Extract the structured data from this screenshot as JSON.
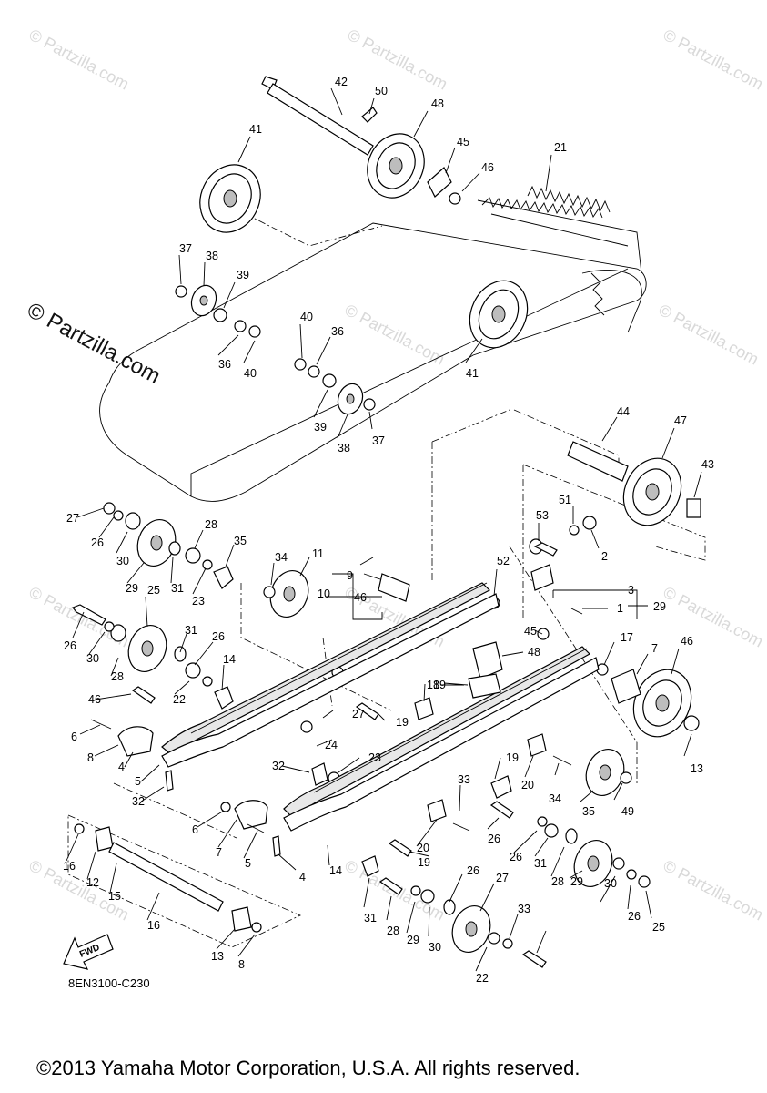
{
  "watermark_text": "© Partzilla.com",
  "brand_text": "© Partzilla.com",
  "diagram_code": "8EN3100-C230",
  "fwd_label": "FWD",
  "copyright": "©2013 Yamaha Motor Corporation, U.S.A. All rights reserved.",
  "labels": [
    "42",
    "50",
    "48",
    "41",
    "45",
    "46",
    "21",
    "37",
    "38",
    "39",
    "36",
    "40",
    "40",
    "36",
    "41",
    "39",
    "38",
    "37",
    "44",
    "47",
    "43",
    "27",
    "26",
    "30",
    "29",
    "31",
    "28",
    "23",
    "35",
    "34",
    "11",
    "9",
    "10",
    "46",
    "52",
    "51",
    "53",
    "2",
    "3",
    "1",
    "29",
    "25",
    "26",
    "30",
    "28",
    "31",
    "26",
    "22",
    "14",
    "46",
    "17",
    "48",
    "46",
    "45",
    "7",
    "6",
    "8",
    "4",
    "5",
    "32",
    "27",
    "24",
    "19",
    "18",
    "19",
    "32",
    "23",
    "19",
    "20",
    "34",
    "35",
    "49",
    "13",
    "16",
    "12",
    "15",
    "16",
    "13",
    "8",
    "6",
    "7",
    "5",
    "4",
    "14",
    "19",
    "20",
    "33",
    "26",
    "31",
    "28",
    "29",
    "30",
    "26",
    "27",
    "22",
    "33",
    "26",
    "31",
    "28",
    "29",
    "30",
    "26",
    "25"
  ]
}
